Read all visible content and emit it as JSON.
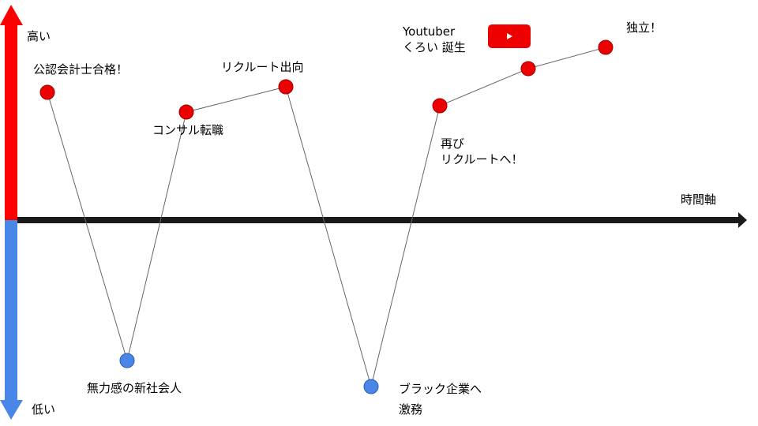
{
  "axis": {
    "high_label": "高い",
    "low_label": "低い",
    "time_label": "時間軸",
    "high_color": "#ff0000",
    "low_color": "#4a86e8",
    "time_color": "#1a1a1a"
  },
  "events": [
    {
      "label": "公認会計士合格！",
      "level": "high"
    },
    {
      "label": "無力感の新社会人",
      "level": "low"
    },
    {
      "label": "コンサル転職",
      "level": "high"
    },
    {
      "label": "リクルート出向",
      "level": "high"
    },
    {
      "label_line1": "ブラック企業へ",
      "label_line2": "激務",
      "level": "low"
    },
    {
      "label_line1": "再び",
      "label_line2": "リクルートへ！",
      "level": "high"
    },
    {
      "label_line1": "Youtuber",
      "label_line2": "くろい 誕生",
      "level": "high",
      "icon": "youtube-icon"
    },
    {
      "label": "独立！",
      "level": "high"
    }
  ]
}
